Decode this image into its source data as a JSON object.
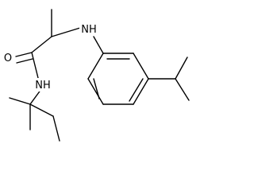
{
  "structure": {
    "atoms": {
      "oxygen": "O",
      "amine_nitrogen": "NH",
      "amide_nitrogen": "NH"
    }
  },
  "colors": {
    "bond": "#000000",
    "background": "#ffffff"
  }
}
